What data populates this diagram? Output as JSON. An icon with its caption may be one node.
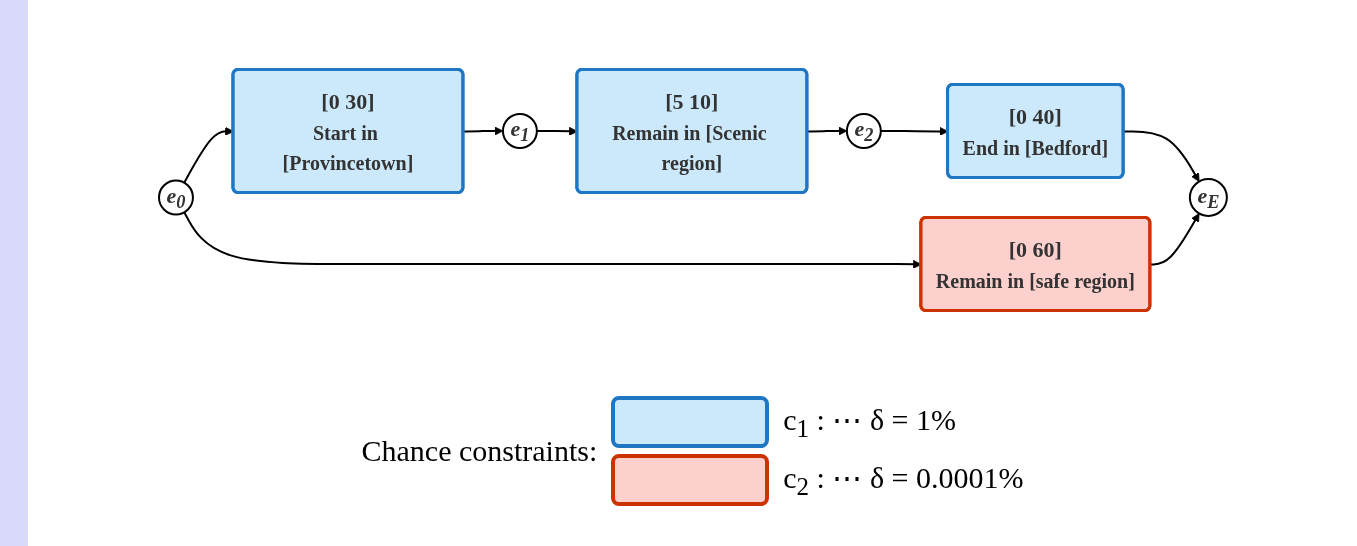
{
  "diagram": {
    "nodes": [
      {
        "text": [
          "e$_{0}$"
        ]
      },
      {
        "text": [
          "[0 30]",
          "Start in [Provincetown]"
        ]
      },
      {
        "text": [
          "e$_{1}$"
        ]
      },
      {
        "text": [
          "[5 10]",
          "Remain in [Scenic region]"
        ]
      },
      {
        "text": [
          "e$_{2}$"
        ]
      },
      {
        "text": [
          "[0 40]",
          "End in [Bedford]"
        ]
      },
      {
        "text": [
          "e$_{E}$"
        ]
      },
      {
        "text": [
          "[0 60]",
          "Remain in [safe region]"
        ]
      }
    ],
    "edges": [
      {
        "from": 0,
        "to": 1,
        "arrow": "to"
      },
      {
        "from": 1,
        "to": 2,
        "arrow": "to"
      },
      {
        "from": 2,
        "to": 3,
        "arrow": "to"
      },
      {
        "from": 3,
        "to": 4,
        "arrow": "to"
      },
      {
        "from": 4,
        "to": 5,
        "arrow": "to"
      },
      {
        "from": 5,
        "to": 6,
        "arrow": "to"
      },
      {
        "from": 0,
        "to": 7,
        "arrow": "to"
      },
      {
        "from": 7,
        "to": 6,
        "arrow": "to"
      }
    ],
    "labels": [
      "Chance constraints:"
    ],
    "legend": [
      {
        "text": "c$_{1}$ : ⋯ δ = 1%",
        "color": "#cce9fb"
      },
      {
        "text": "c$_{2}$ : ⋯ δ = 0.0001%",
        "color": "#fcd0cc"
      }
    ]
  }
}
